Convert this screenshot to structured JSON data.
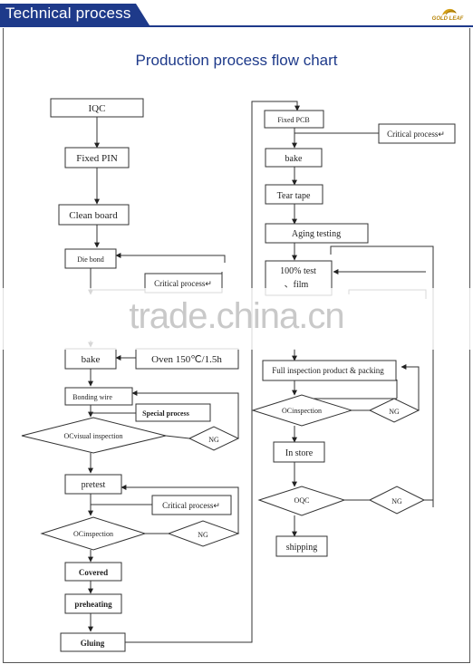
{
  "header": {
    "title": "Technical process",
    "logo_text": "GOLD LEAF"
  },
  "chart": {
    "title": "Production process flow chart"
  },
  "watermark": "trade.china.cn",
  "nodes": {
    "iqc": "IQC",
    "fixed_pin": "Fixed PIN",
    "clean_board": "Clean board",
    "die_bond": "Die bond",
    "critical_1": "Critical process↵",
    "bake_left": "bake",
    "oven": "Oven 150℃/1.5h",
    "bonding_wire": "Bonding wire",
    "special_process": "Special process",
    "oc_visual": "OCvisual inspection",
    "ng_1": "NG",
    "pretest": "pretest",
    "critical_2": "Critical process↵",
    "oc_insp_left": "OCinspection",
    "ng_2": "NG",
    "covered": "Covered",
    "preheating": "preheating",
    "gluing": "Gluing",
    "fixed_pcb": "Fixed  PCB",
    "critical_3": "Critical process↵",
    "bake_right": "bake",
    "tear_tape": "Tear tape",
    "aging": "Aging testing",
    "test_100": "100% test",
    "film": "、film",
    "full_insp": "Full inspection product & packing",
    "oc_insp_right": "OCinspection",
    "ng_3": "NG",
    "in_store": "In store",
    "oqc": "OQC",
    "ng_4": "NG",
    "shipping": "shipping"
  },
  "colors": {
    "brand": "#1e3a8a",
    "stroke": "#333333",
    "logo": "#b8860b"
  }
}
